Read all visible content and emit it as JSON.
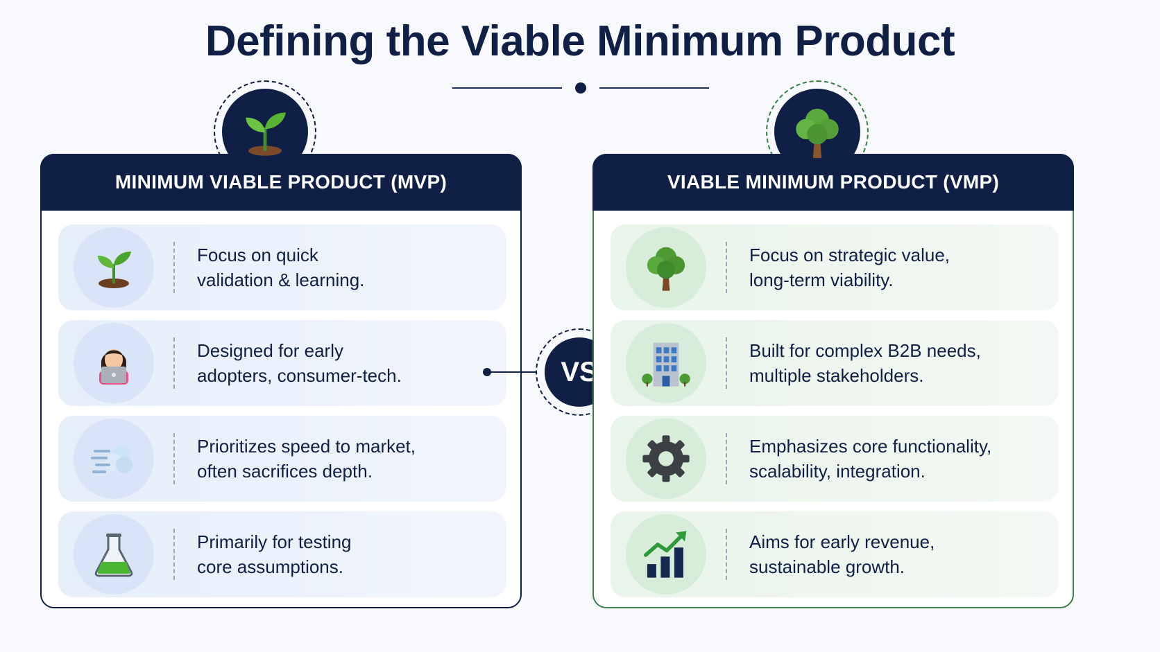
{
  "title": "Defining the Viable Minimum Product",
  "vs_label": "VS",
  "left": {
    "header": "MINIMUM VIABLE PRODUCT (MVP)",
    "badge_icon": "seedling-icon",
    "items": [
      {
        "icon": "seedling-icon",
        "text": "Focus on quick\nvalidation & learning."
      },
      {
        "icon": "person-laptop-icon",
        "text": "Designed for early\nadopters, consumer-tech."
      },
      {
        "icon": "speed-wind-icon",
        "text": "Prioritizes speed to market,\noften sacrifices depth."
      },
      {
        "icon": "flask-icon",
        "text": "Primarily for testing\ncore assumptions."
      }
    ]
  },
  "right": {
    "header": "VIABLE MINIMUM PRODUCT (VMP)",
    "badge_icon": "tree-icon",
    "items": [
      {
        "icon": "tree-icon",
        "text": "Focus on strategic value,\nlong-term viability."
      },
      {
        "icon": "office-building-icon",
        "text": "Built for complex B2B needs,\nmultiple stakeholders."
      },
      {
        "icon": "gear-icon",
        "text": "Emphasizes core functionality,\nscalability, integration."
      },
      {
        "icon": "growth-chart-icon",
        "text": "Aims for early revenue,\nsustainable growth."
      }
    ]
  },
  "colors": {
    "navy": "#0f1f45",
    "green_border": "#3b7d47",
    "mvp_row_bg": "#e6eefa",
    "vmp_row_bg": "#e9f4ea"
  }
}
